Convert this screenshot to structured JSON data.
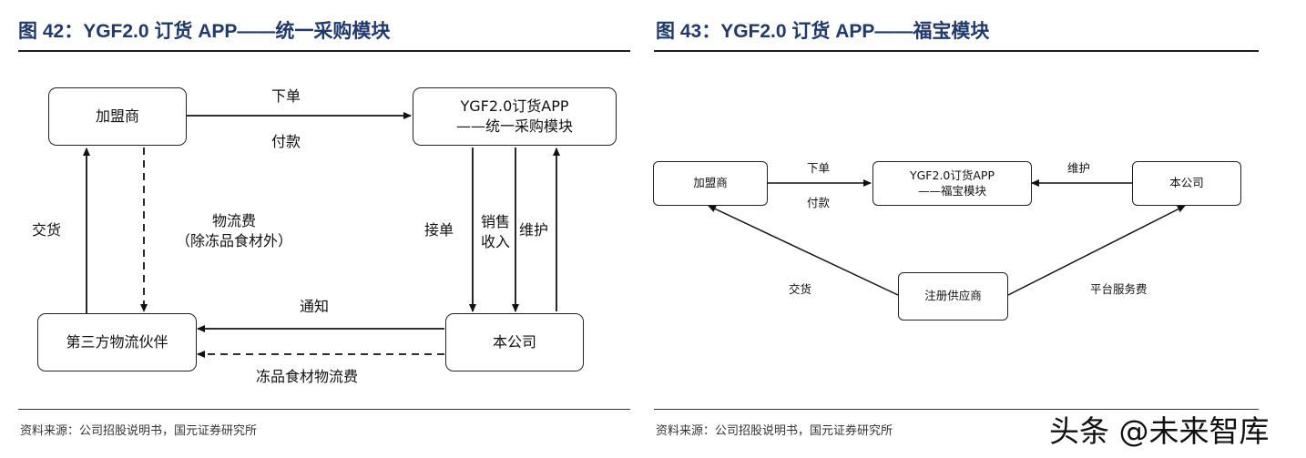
{
  "left_figure": {
    "title": "图 42：YGF2.0 订货 APP——统一采购模块",
    "nodes": {
      "franchisee": "加盟商",
      "app": "YGF2.0订货APP\n——统一采购模块",
      "logistics": "第三方物流伙伴",
      "company": "本公司"
    },
    "edges": {
      "order": "下单",
      "pay": "付款",
      "deliver": "交货",
      "logistics_fee": "物流费\n（除冻品食材外）",
      "accept_order": "接单",
      "sales_income": "销售\n收入",
      "maintain": "维护",
      "notify": "通知",
      "frozen_fee": "冻品食材物流费"
    },
    "source": "资料来源：公司招股说明书，国元证券研究所"
  },
  "right_figure": {
    "title": "图 43：YGF2.0 订货 APP——福宝模块",
    "nodes": {
      "franchisee": "加盟商",
      "app": "YGF2.0订货APP\n——福宝模块",
      "company": "本公司",
      "supplier": "注册供应商"
    },
    "edges": {
      "order": "下单",
      "pay": "付款",
      "maintain": "维护",
      "deliver": "交货",
      "platform_fee": "平台服务费"
    },
    "source": "资料来源：公司招股说明书，国元证券研究所"
  },
  "watermark": "头条 @未来智库"
}
